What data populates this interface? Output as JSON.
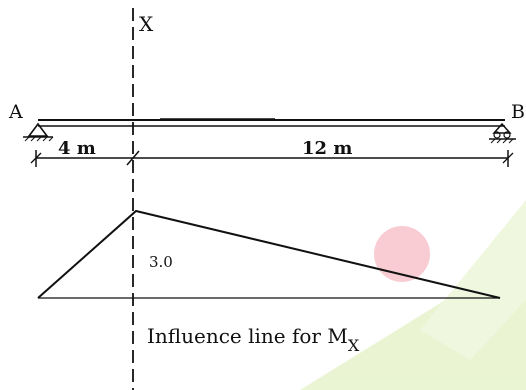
{
  "labels": {
    "section": "X",
    "support_left": "A",
    "support_right": "B",
    "span_left": "4 m",
    "span_right": "12 m",
    "ordinate": "3.0",
    "caption_main": "Influence line for M",
    "caption_sub": "X"
  },
  "beam": {
    "total_length_m": 16,
    "section_position_m": 4,
    "left_support": "pin",
    "right_support": "roller"
  },
  "influence_line": {
    "quantity": "M_X",
    "peak_ordinate": 3.0,
    "points": [
      [
        0,
        0
      ],
      [
        4,
        3.0
      ],
      [
        16,
        0
      ]
    ]
  },
  "colors": {
    "ink": "#111111",
    "watermark_red": "#e8687a",
    "watermark_green": "#b9db7a"
  }
}
